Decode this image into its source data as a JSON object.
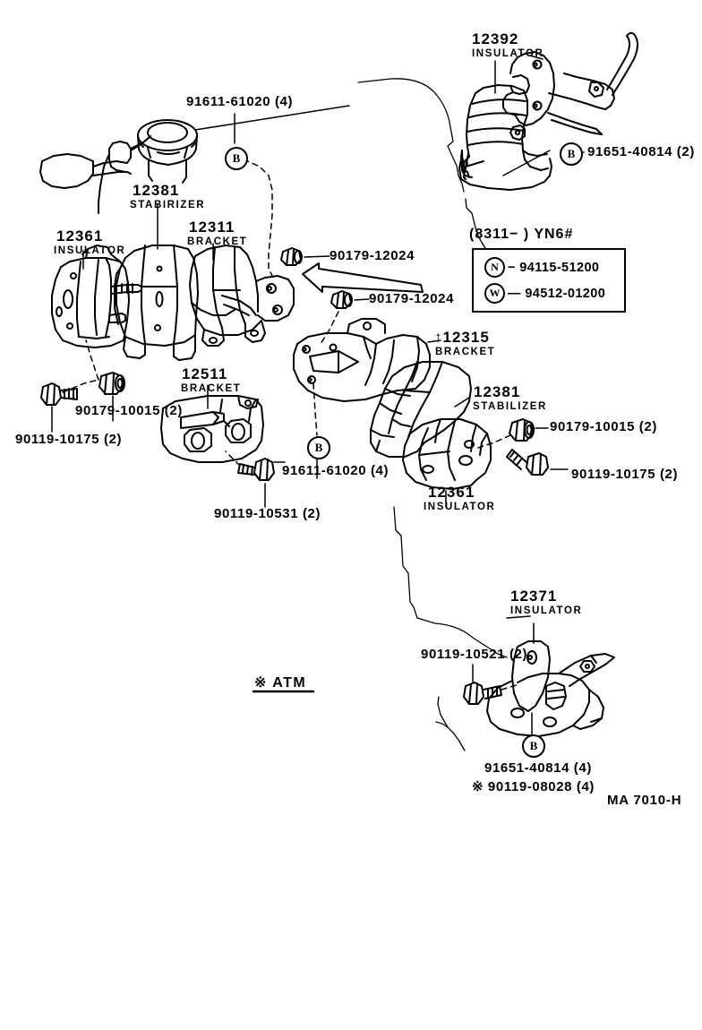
{
  "sheet": {
    "drawing_code": "MA 7010-H",
    "note_atm": "※  ATM",
    "background": "#ffffff",
    "ink": "#000000"
  },
  "model_header": {
    "text": "(8311−          ) YN6#"
  },
  "legend": {
    "rows": [
      {
        "symbol": "N",
        "part": "− 94115-51200"
      },
      {
        "symbol": "W",
        "part": "— 94512-01200"
      }
    ]
  },
  "parts": {
    "insulator_12392": {
      "number": "12392",
      "name": "INSULATOR"
    },
    "insulator_12361_left": {
      "number": "12361",
      "name": "INSULATOR"
    },
    "stabirizer_12381_left": {
      "number": "12381",
      "name": "STABIRIZER"
    },
    "bracket_12311": {
      "number": "12311",
      "name": "BRACKET"
    },
    "bracket_12511": {
      "number": "12511",
      "name": "BRACKET"
    },
    "bracket_12315": {
      "number": "↑12315",
      "name": "BRACKET"
    },
    "stabilizer_12381_right": {
      "number": "12381",
      "name": "STABILIZER"
    },
    "insulator_12361_right": {
      "number": "12361",
      "name": "INSULATOR"
    },
    "insulator_12371": {
      "number": "12371",
      "name": "INSULATOR"
    }
  },
  "fasteners": {
    "bolt_91611_top": "91611-61020 (4)",
    "bolt_91611_mid": "91611-61020 (4)",
    "bolt_91651_top": "91651-40814 (2)",
    "nut_90179_12024_a": "90179-12024",
    "nut_90179_12024_b": "90179-12024",
    "nut_90179_10015_left": "90179-10015 (2)",
    "bolt_90119_10175_left": "90119-10175 (2)",
    "bolt_90119_10531": "90119-10531 (2)",
    "nut_90179_10015_right": "90179-10015 (2)",
    "bolt_90119_10175_right": "90119-10175 (2)",
    "bolt_90119_10521": "90119-10521 (2)",
    "bolt_91651_bottom": "91651-40814 (4)",
    "bolt_90119_08028": "※ 90119-08028 (4)"
  },
  "symbols": {
    "b_marker_top": "B",
    "b_marker_mid": "B",
    "b_marker_right": "B",
    "b_marker_bottom": "B"
  }
}
